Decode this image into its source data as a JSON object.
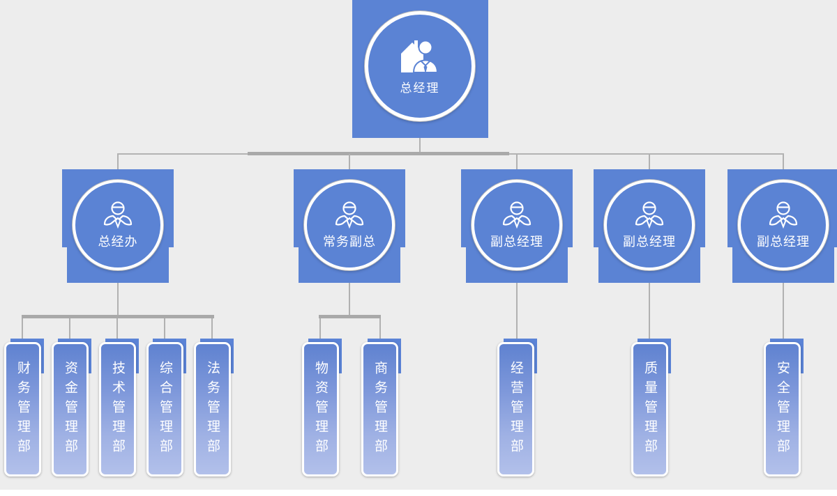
{
  "org": {
    "root": {
      "label": "总经理",
      "icon": "gm-house-person-icon"
    },
    "branches": [
      {
        "manager": "总经办",
        "icon": "person-tie-icon",
        "departments": [
          "财务管理部",
          "资金管理部",
          "技术管理部",
          "综合管理部",
          "法务管理部"
        ]
      },
      {
        "manager": "常务副总",
        "icon": "person-tie-icon",
        "departments": [
          "物资管理部",
          "商务管理部"
        ]
      },
      {
        "manager": "副总经理",
        "icon": "person-tie-icon",
        "departments": [
          "经营管理部"
        ]
      },
      {
        "manager": "副总经理",
        "icon": "person-tie-icon",
        "departments": [
          "质量管理部"
        ]
      },
      {
        "manager": "副总经理",
        "icon": "person-tie-icon",
        "departments": [
          "安全管理部"
        ]
      }
    ]
  },
  "palette": {
    "node_blue": "#5b83d4",
    "dept_gradient_top": "#5f82d0",
    "dept_gradient_bottom": "#b2c0ea",
    "connector_gray": "#a9a9a9",
    "background_gray": "#ededed",
    "ring_white": "#ffffff"
  }
}
